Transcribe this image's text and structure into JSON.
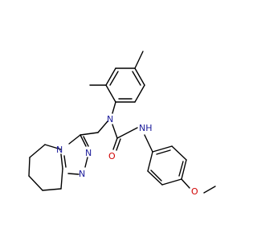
{
  "molecule": {
    "atoms": {
      "n_urea": "N",
      "nh": "NH",
      "o_carbonyl": "O",
      "n_triazole_4": "N",
      "n_triazole_1": "N",
      "n_triazole_2": "N",
      "o_methoxy": "O"
    },
    "colors": {
      "bond": "#000000",
      "nitrogen": "#1a1a9a",
      "oxygen": "#d00000",
      "background": "#ffffff"
    }
  }
}
